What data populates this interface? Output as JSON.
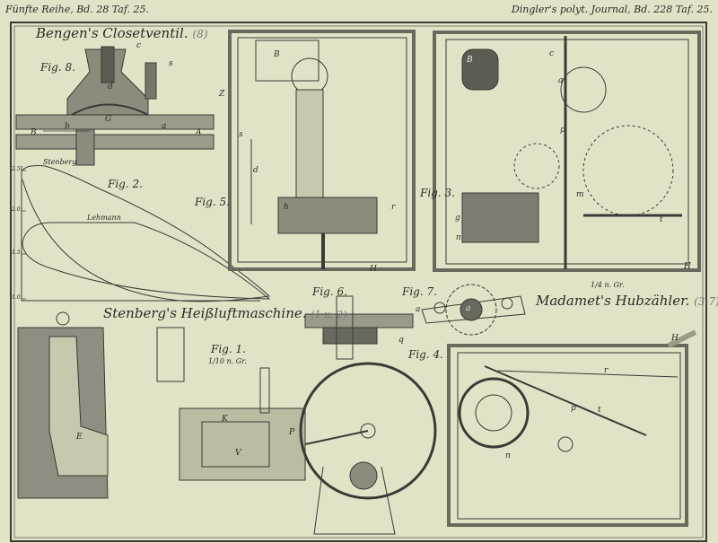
{
  "header": {
    "left": "Fünfte Reihe, Bd. 28 Taf. 25.",
    "right": "Dingler's polyt. Journal, Bd. 228 Taf. 25."
  },
  "titles": {
    "closetventil": "Bengen's Closetventil.",
    "closetventil_figs": "(8)",
    "heissluft": "Stenberg's Heißluftmaschine.",
    "heissluft_figs": "(1 u. 2)",
    "hubzaehler": "Madamet's Hubzähler.",
    "hubzaehler_figs": "(3-7)"
  },
  "figures": {
    "fig1": "Fig. 1.",
    "fig1_scale": "1/10 n. Gr.",
    "fig2": "Fig. 2.",
    "fig3": "Fig. 3.",
    "fig3_scale": "1/4 n. Gr.",
    "fig4": "Fig. 4.",
    "fig5": "Fig. 5.",
    "fig6": "Fig. 6.",
    "fig7": "Fig. 7.",
    "fig8": "Fig. 8."
  },
  "fig2_chart": {
    "curve_labels": [
      "Stenberg",
      "Lehmann"
    ],
    "y_ticks": [
      "2.5",
      "2.0",
      "1.5",
      "1.0"
    ]
  },
  "letters": {
    "fig8": [
      "c",
      "s",
      "d",
      "G",
      "b",
      "a",
      "B",
      "A"
    ],
    "fig5": [
      "Z",
      "B",
      "d",
      "s",
      "h",
      "r",
      "H"
    ],
    "fig3": [
      "B",
      "a",
      "c",
      "g",
      "n",
      "p",
      "m",
      "t",
      "H"
    ],
    "fig6": [
      "a",
      "q"
    ],
    "fig7": [
      "a"
    ],
    "fig4": [
      "H",
      "r",
      "p",
      "t",
      "n"
    ],
    "fig1": [
      "E",
      "K",
      "V",
      "P"
    ]
  }
}
